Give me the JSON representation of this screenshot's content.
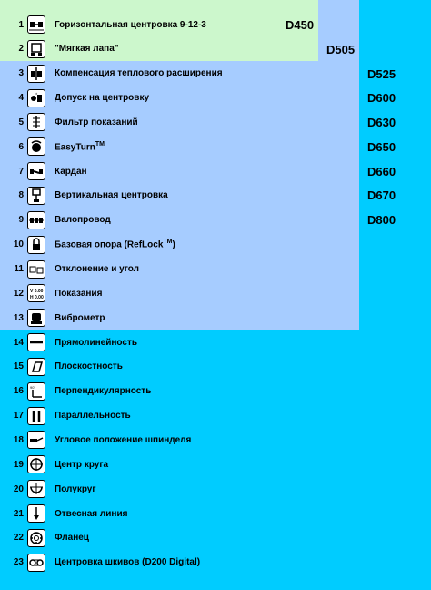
{
  "items": [
    {
      "num": "1",
      "label": "Горизонтальная центровка 9-12-3",
      "icon": "horizontal-alignment-icon"
    },
    {
      "num": "2",
      "label": "\"Мягкая лапа\"",
      "icon": "soft-foot-icon"
    },
    {
      "num": "3",
      "label": "Компенсация теплового расширения",
      "icon": "thermal-growth-icon"
    },
    {
      "num": "4",
      "label": "Допуск на центровку",
      "icon": "tolerance-icon"
    },
    {
      "num": "5",
      "label": "Фильтр показаний",
      "icon": "filter-icon"
    },
    {
      "num": "6",
      "label": "EasyTurn",
      "sup": "TM",
      "icon": "easyturn-icon"
    },
    {
      "num": "7",
      "label": "Кардан",
      "icon": "cardan-icon"
    },
    {
      "num": "8",
      "label": "Вертикальная центровка",
      "icon": "vertical-alignment-icon"
    },
    {
      "num": "9",
      "label": "Валопровод",
      "icon": "machine-train-icon"
    },
    {
      "num": "10",
      "label": "Базовая опора (RefLock",
      "sup": "TM",
      "tail": ")",
      "icon": "reflock-icon"
    },
    {
      "num": "11",
      "label": "Отклонение и угол",
      "icon": "offset-angle-icon"
    },
    {
      "num": "12",
      "label": "Показания",
      "icon": "values-icon"
    },
    {
      "num": "13",
      "label": "Виброметр",
      "icon": "vibrometer-icon"
    },
    {
      "num": "14",
      "label": "Прямолинейность",
      "icon": "straightness-icon"
    },
    {
      "num": "15",
      "label": "Плоскостность",
      "icon": "flatness-icon"
    },
    {
      "num": "16",
      "label": "Перпендикулярность",
      "icon": "squareness-icon"
    },
    {
      "num": "17",
      "label": "Параллельность",
      "icon": "parallelism-icon"
    },
    {
      "num": "18",
      "label": "Угловое положение шпинделя",
      "icon": "spindle-icon"
    },
    {
      "num": "19",
      "label": "Центр круга",
      "icon": "circle-center-icon"
    },
    {
      "num": "20",
      "label": "Полукруг",
      "icon": "half-circle-icon"
    },
    {
      "num": "21",
      "label": "Отвесная линия",
      "icon": "plumb-icon"
    },
    {
      "num": "22",
      "label": "Фланец",
      "icon": "flange-icon"
    },
    {
      "num": "23",
      "label": "Центровка шкивов (D200 Digital)",
      "icon": "pulley-icon"
    }
  ],
  "models": {
    "d450": "D450",
    "d505": "D505",
    "d525": "D525",
    "d600": "D600",
    "d630": "D630",
    "d650": "D650",
    "d660": "D660",
    "d670": "D670",
    "d800": "D800"
  },
  "colors": {
    "zone_d450": "#ccf7cc",
    "zone_mid": "#a6ccff",
    "zone_base": "#00ccff"
  }
}
